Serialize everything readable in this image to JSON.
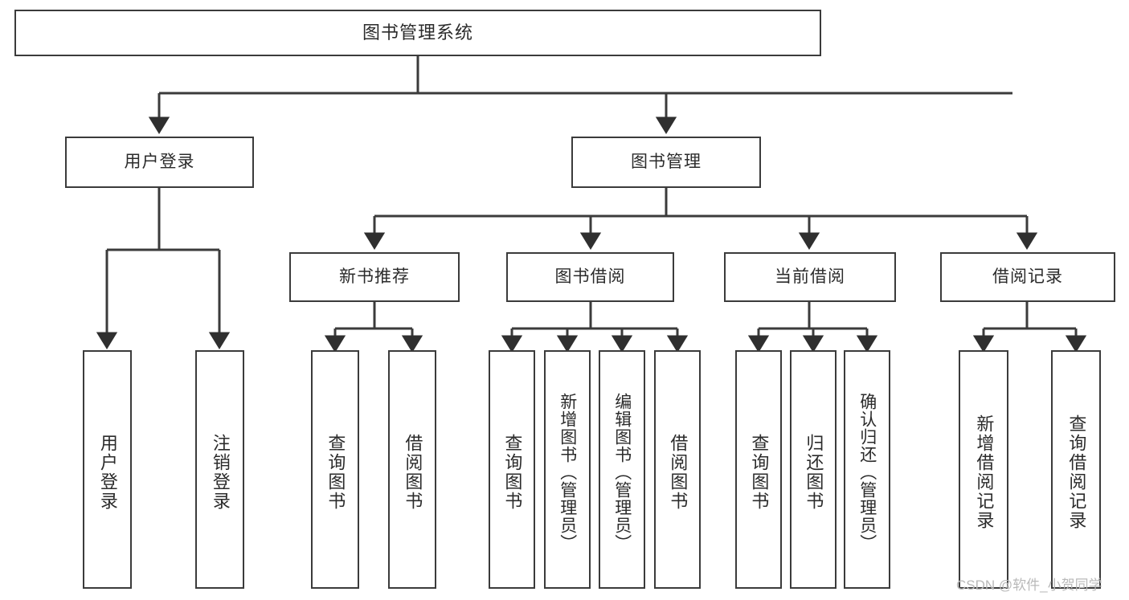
{
  "diagram": {
    "title": "图书管理系统",
    "type": "hierarchy-tree",
    "watermark": "CSDN @软件_小贺同学",
    "colors": {
      "stroke": "#3b3b3b",
      "fill": "#ffffff",
      "text": "#2b2b2b",
      "watermark": "#b9b9b9"
    },
    "root": {
      "label": "图书管理系统"
    },
    "level2": [
      {
        "label": "用户登录"
      },
      {
        "label": "图书管理"
      }
    ],
    "level3": [
      {
        "label": "新书推荐"
      },
      {
        "label": "图书借阅"
      },
      {
        "label": "当前借阅"
      },
      {
        "label": "借阅记录"
      }
    ],
    "leaves": {
      "user_login": [
        {
          "label": "用户登录"
        },
        {
          "label": "注销登录"
        }
      ],
      "new_book": [
        {
          "label": "查询图书"
        },
        {
          "label": "借阅图书"
        }
      ],
      "book_borrow": [
        {
          "label": "查询图书"
        },
        {
          "label": "新增图书（管理员）"
        },
        {
          "label": "编辑图书（管理员）"
        },
        {
          "label": "借阅图书"
        }
      ],
      "current_borrow": [
        {
          "label": "查询图书"
        },
        {
          "label": "归还图书"
        },
        {
          "label": "确认归还（管理员）"
        }
      ],
      "borrow_record": [
        {
          "label": "新增借阅记录"
        },
        {
          "label": "查询借阅记录"
        }
      ]
    }
  }
}
